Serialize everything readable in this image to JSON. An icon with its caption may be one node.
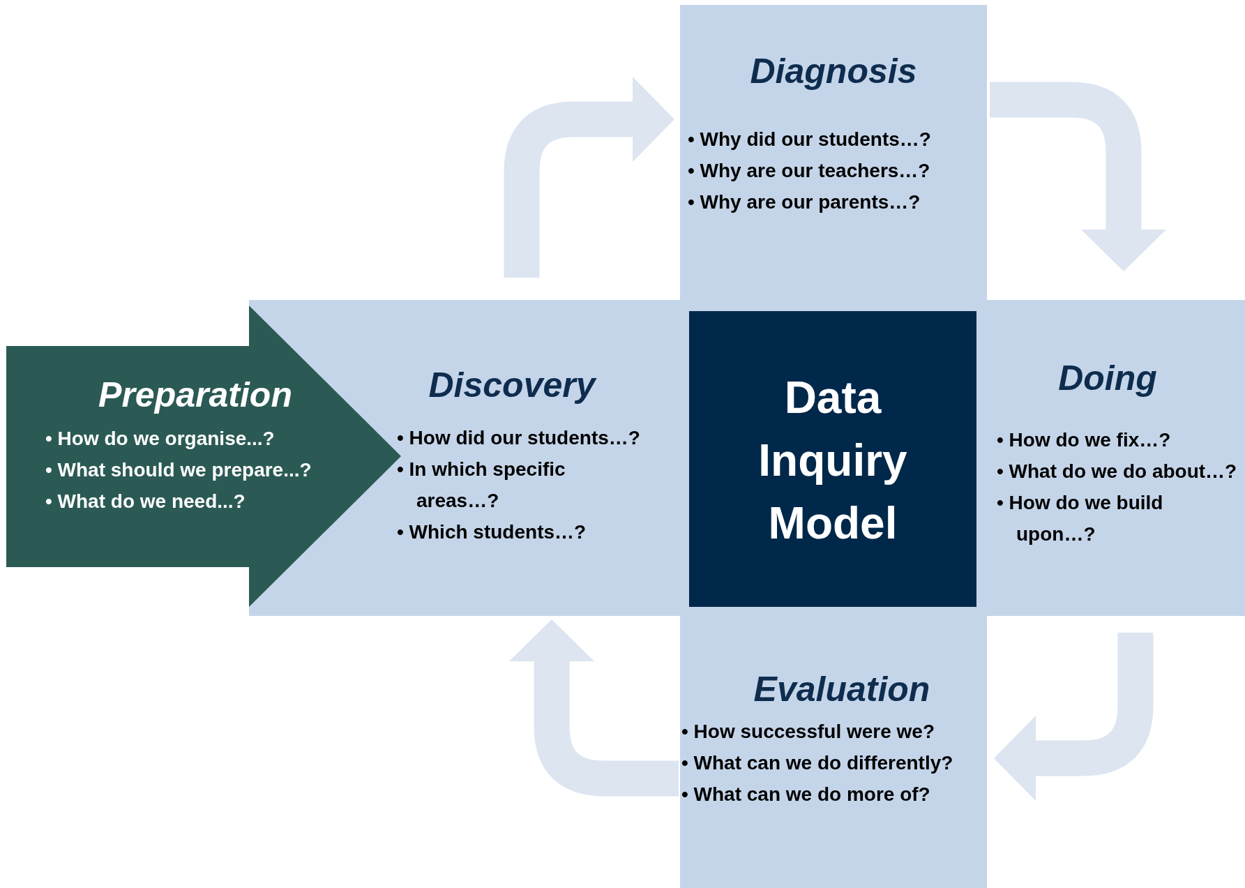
{
  "diagram": {
    "nodes": [
      {
        "text": [
          "Diagnosis",
          "• Why did our students…?",
          "• Why are our teachers…?",
          "• Why are our parents…?"
        ]
      },
      {
        "text": [
          "Discovery",
          "• How did our students…?",
          "• In which specific areas…?",
          "• Which students…?"
        ]
      },
      {
        "text": [
          "Data Inquiry Model"
        ]
      },
      {
        "text": [
          "Doing",
          "• How do we fix…?",
          "• What do we do about…?",
          "• How do we build upon…?"
        ]
      },
      {
        "text": [
          "Evaluation",
          "• How successful were we?",
          "• What can we do differently?",
          "• What can we do more of?"
        ]
      },
      {
        "text": [
          "Preparation",
          "• How do we organise...?",
          "• What should we prepare...?",
          "• What do we need...?"
        ]
      }
    ],
    "edges": [
      {
        "from": 1,
        "to": 0,
        "arrow": "to"
      },
      {
        "from": 0,
        "to": 3,
        "arrow": "to"
      },
      {
        "from": 3,
        "to": 4,
        "arrow": "to"
      },
      {
        "from": 4,
        "to": 1,
        "arrow": "to"
      }
    ]
  }
}
